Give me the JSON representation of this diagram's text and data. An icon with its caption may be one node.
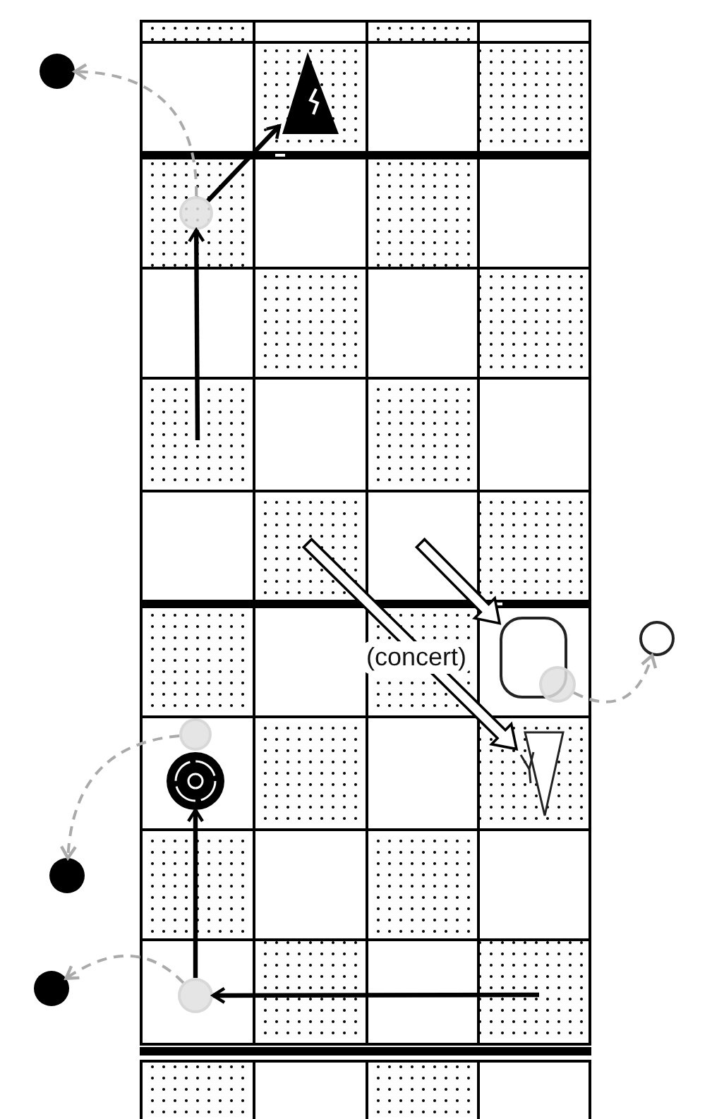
{
  "diagram": {
    "nodes": [
      {
        "text": [],
        "shape": "circle"
      },
      {
        "text": [],
        "shape": "triangle"
      },
      {
        "text": [],
        "shape": "circle"
      },
      {
        "text": [],
        "shape": "box"
      },
      {
        "text": [],
        "shape": "circle"
      },
      {
        "text": [],
        "shape": "circle"
      },
      {
        "text": [],
        "shape": "triangle"
      },
      {
        "text": [],
        "shape": "circle"
      },
      {
        "text": [],
        "shape": "circle"
      },
      {
        "text": [],
        "shape": "circle"
      },
      {
        "text": [],
        "shape": "circle"
      },
      {
        "text": [],
        "shape": "circle"
      }
    ],
    "edges": [
      {
        "from": null,
        "to": 2,
        "arrow": "to"
      },
      {
        "from": 2,
        "to": 1,
        "arrow": "to"
      },
      {
        "from": 2,
        "to": 0,
        "arrow": "to",
        "style": "dashed",
        "color": "#aaaaaa"
      },
      {
        "from": null,
        "to": 3,
        "arrow": "to",
        "style": "thick"
      },
      {
        "from": null,
        "to": 6,
        "arrow": "to",
        "style": "thick",
        "label": "(concert)"
      },
      {
        "from": 5,
        "to": 4,
        "arrow": "to",
        "style": "dashed",
        "color": "#aaaaaa"
      },
      {
        "from": 7,
        "to": 9,
        "arrow": "to",
        "style": "dashed",
        "color": "#aaaaaa"
      },
      {
        "from": null,
        "to": 11,
        "arrow": "to"
      },
      {
        "from": 11,
        "to": 8,
        "arrow": "to"
      },
      {
        "from": 11,
        "to": 10,
        "arrow": "to",
        "style": "dashed",
        "color": "#aaaaaa"
      }
    ]
  }
}
